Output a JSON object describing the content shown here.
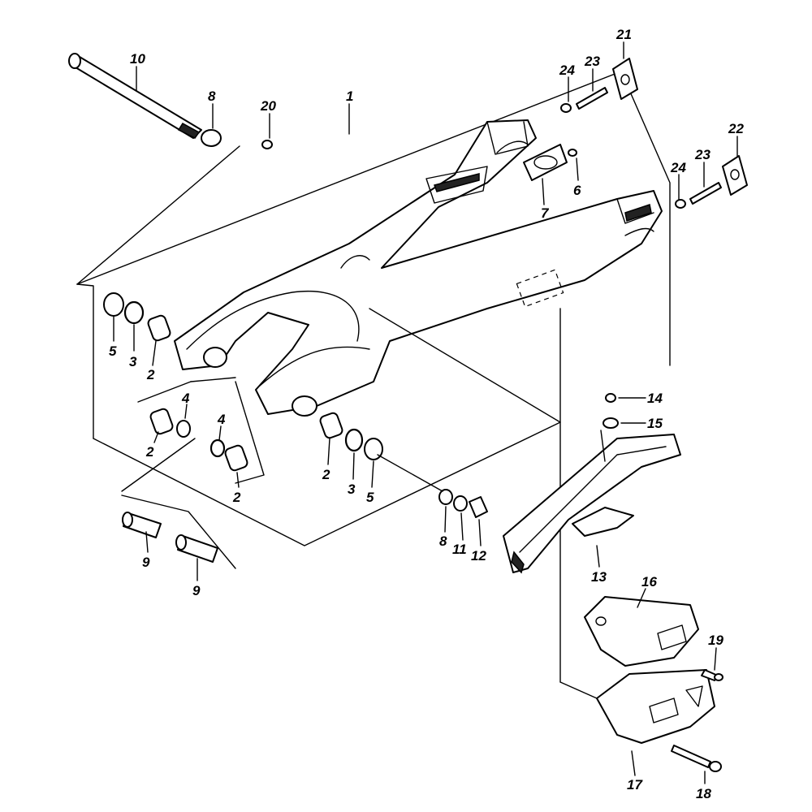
{
  "callouts": {
    "p1": "1",
    "p2a": "2",
    "p2b": "2",
    "p2c": "2",
    "p2d": "2",
    "p3a": "3",
    "p3b": "3",
    "p4a": "4",
    "p4b": "4",
    "p5a": "5",
    "p5b": "5",
    "p6": "6",
    "p7": "7",
    "p8a": "8",
    "p8b": "8",
    "p9a": "9",
    "p9b": "9",
    "p10": "10",
    "p11": "11",
    "p12": "12",
    "p13": "13",
    "p14": "14",
    "p15": "15",
    "p16": "16",
    "p17": "17",
    "p18": "18",
    "p19": "19",
    "p20": "20",
    "p21": "21",
    "p22": "22",
    "p23a": "23",
    "p23b": "23",
    "p24a": "24",
    "p24b": "24"
  }
}
